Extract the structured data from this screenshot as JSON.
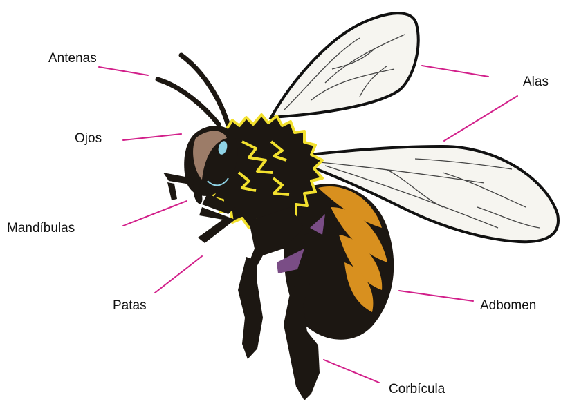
{
  "diagram": {
    "labels": {
      "antenas": "Antenas",
      "ojos": "Ojos",
      "mandibulas": "Mandíbulas",
      "patas": "Patas",
      "alas": "Alas",
      "abdomen": "Adbomen",
      "corbicula": "Corbícula"
    },
    "colors": {
      "leader_line": "#d21f8a",
      "body_black": "#1c1712",
      "fur_yellow": "#f2e02e",
      "abdomen_orange": "#d8901f",
      "wing_fill": "#f6f5f0",
      "eye_brown": "#9c7c68",
      "eye_highlight": "#8fd3e6",
      "leg_purple": "#7a4d86"
    }
  }
}
